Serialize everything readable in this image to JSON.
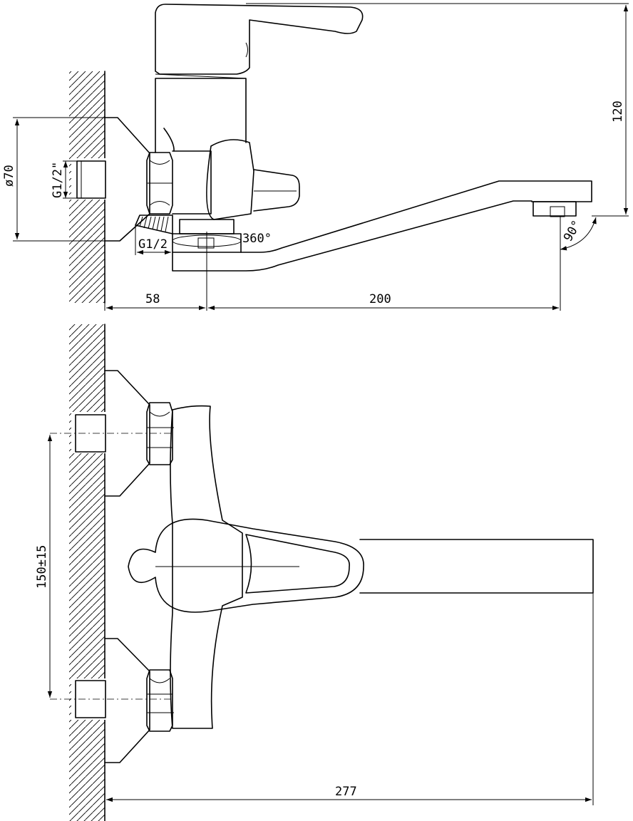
{
  "dimensions": {
    "diameter_flange": "ø70",
    "wall_thread": "G1/2\"",
    "outlet_thread": "G1/2",
    "swivel_angle": "360°",
    "aerator_angle": "90°",
    "height_total": "120",
    "wall_to_axis": "58",
    "axis_to_outlet": "200",
    "inlet_spacing": "150±15",
    "total_reach": "277"
  }
}
